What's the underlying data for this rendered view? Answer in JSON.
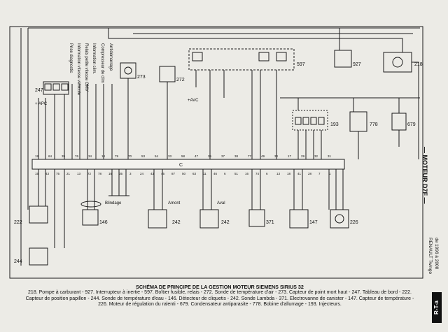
{
  "side": {
    "section": "— MOTEUR D7F —",
    "vehicle_line1": "RENAULT Twingo",
    "vehicle_line2": "de 1996 à 2000",
    "badge": "R-T-a"
  },
  "caption": {
    "title": "SCHÉMA DE PRINCIPE DE LA GESTION MOTEUR SIEMENS SIRIUS 32",
    "legend": "218. Pompe à carburant - 927. Interrupteur à inertie - 597. Boîtier fusible, relais - 272. Sonde de température d'air - 273. Capteur de point mort haut - 247. Tableau de bord - 222. Capteur de position papillon - 244. Sonde de température d'eau - 146. Détecteur de cliquetis - 242. Sonde Lambda - 371. Electrovanne de canister - 147. Capteur de température - 226. Moteur de régulation du ralenti - 679. Condensateur antiparasite - 778. Bobine d'allumage - 193. Injecteurs."
  },
  "labels": {
    "apc": "+ APC",
    "avc": "+AVC",
    "blindage": "Blindage",
    "amont": "Amont",
    "aval": "Aval",
    "ecu_mark": "C"
  },
  "vertical_labels": [
    "Prise diagnostic",
    "Information vitesse véhicule",
    "Relais petite vitesse GMV",
    "Information clim.",
    "Compresseur de clim",
    "Antidémarrage"
  ],
  "components": {
    "c218": "218",
    "c927": "927",
    "c597": "597",
    "c273": "273",
    "c272": "272",
    "c247": "247",
    "c193": "193",
    "c778": "778",
    "c679": "679",
    "c222": "222",
    "c244": "244",
    "c146": "146",
    "c242a": "242",
    "c242b": "242",
    "c371": "371",
    "c147": "147",
    "c226": "226"
  },
  "ecu_pins_top": [
    "19",
    "64",
    "35",
    "76",
    "34",
    "18",
    "79",
    "70",
    "53",
    "54",
    "33",
    "58",
    "47",
    "35",
    "37",
    "38",
    "77",
    "49",
    "30",
    "17",
    "29",
    "32",
    "31"
  ],
  "ecu_pins_bottom": [
    "15",
    "43",
    "75",
    "21",
    "13",
    "72",
    "78",
    "16",
    "35",
    "3",
    "24",
    "43",
    "45",
    "87",
    "50",
    "63",
    "11",
    "46",
    "6",
    "51",
    "16",
    "74",
    "6",
    "13",
    "18",
    "41",
    "28",
    "7",
    "1"
  ]
}
